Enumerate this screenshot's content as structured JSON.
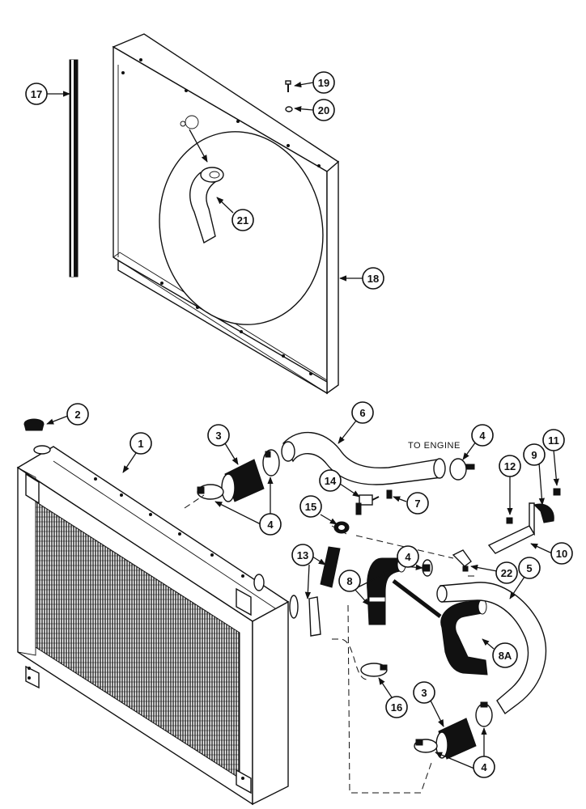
{
  "diagram": {
    "labels": {
      "p1": "1",
      "p2": "2",
      "p3a": "3",
      "p3b": "3",
      "p4a": "4",
      "p4b": "4",
      "p4c": "4",
      "p4d": "4",
      "p5": "5",
      "p6": "6",
      "p7": "7",
      "p8": "8",
      "p8a": "8A",
      "p9": "9",
      "p10": "10",
      "p11": "11",
      "p12": "12",
      "p13": "13",
      "p14": "14",
      "p15": "15",
      "p16": "16",
      "p17": "17",
      "p18": "18",
      "p19": "19",
      "p20": "20",
      "p21": "21",
      "p22": "22"
    },
    "note_to_engine": "TO ENGINE"
  }
}
